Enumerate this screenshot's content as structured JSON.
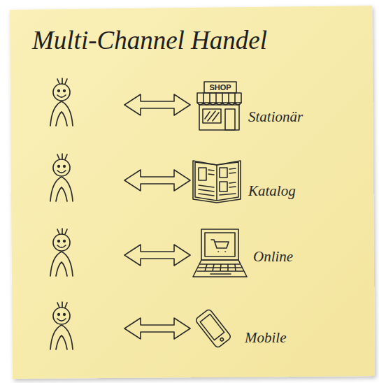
{
  "diagram": {
    "title": "Multi-Channel Handel",
    "nodes": [
      {
        "text": [
          "SHOP",
          "Stationär"
        ]
      },
      {
        "text": [
          "Katalog"
        ]
      },
      {
        "text": [
          "Online"
        ]
      },
      {
        "text": [
          "Mobile"
        ]
      }
    ]
  }
}
